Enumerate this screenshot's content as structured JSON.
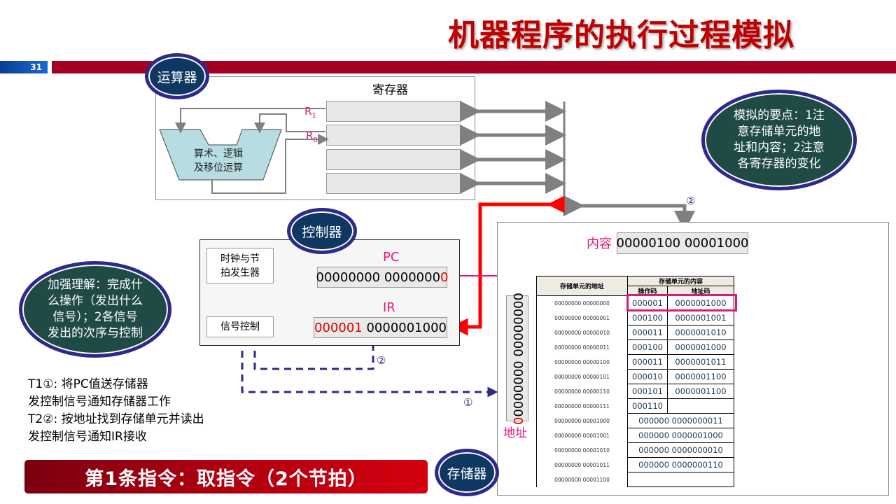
{
  "slide": {
    "title": "机器程序的执行过程模拟",
    "page_number": "31",
    "colors": {
      "title": "#c00000",
      "bar": "#a30024",
      "highlight": "#e0177a",
      "bus": "#808080",
      "signal": "#2e2a8a"
    }
  },
  "alu_section": {
    "badge": "运算器",
    "registers_title": "寄存器",
    "register_labels": {
      "r1": "R",
      "r1_sub": "1",
      "r0": "R",
      "r0_sub": "0"
    },
    "alu_label_line1": "算术、逻辑",
    "alu_label_line2": "及移位运算"
  },
  "note_right": {
    "text_lines": [
      "模拟的要点：1注",
      "意存储单元的地",
      "址和内容；2注意",
      "各寄存器的变化"
    ]
  },
  "control_section": {
    "badge": "控制器",
    "clock_line1": "时钟与节",
    "clock_line2": "拍发生器",
    "signal_control": "信号控制",
    "pc_label": "PC",
    "pc_value_main": "00000000 0000000",
    "pc_value_last": "0",
    "ir_label": "IR",
    "ir_value_opcode": "000001",
    "ir_value_addr": " 0000001000"
  },
  "note_left": {
    "text_lines": [
      "加强理解：完成什",
      "么操作（发出什么",
      "信号）；2各信号",
      "发出的次序与控制"
    ]
  },
  "markers": {
    "step1": "①",
    "step2": "②"
  },
  "steps_text": [
    "T1①: 将PC值送存储器",
    "发控制信号通知存储器工作",
    "T2②: 按地址找到存储单元并读出",
    "发控制信号通知IR接收"
  ],
  "banner": "第1条指令：取指令（2个节拍）",
  "memory_section": {
    "badge": "存储器",
    "content_label": "内容",
    "content_value": "00000100 00001000",
    "address_label": "地址",
    "address_register_main": "00000000 0000000",
    "address_register_last": "0",
    "table": {
      "header_address": "存储单元的地址",
      "header_content": "存储单元的内容",
      "header_opcode": "操作码",
      "header_operand": "地址码",
      "rows": [
        {
          "address": "00000000 00000000",
          "opcode": "000001",
          "operand": "0000001000",
          "highlighted": true
        },
        {
          "address": "00000000 00000001",
          "opcode": "000100",
          "operand": "0000001001"
        },
        {
          "address": "00000000 00000010",
          "opcode": "000011",
          "operand": "0000001010"
        },
        {
          "address": "00000000 00000011",
          "opcode": "000100",
          "operand": "0000001000"
        },
        {
          "address": "00000000 00000100",
          "opcode": "000011",
          "operand": "0000001011"
        },
        {
          "address": "00000000 00000101",
          "opcode": "000010",
          "operand": "0000001100"
        },
        {
          "address": "00000000 00000110",
          "opcode": "000101",
          "operand": "0000001100"
        },
        {
          "address": "00000000 00000111",
          "opcode": "000110",
          "operand": ""
        },
        {
          "address": "00000000 00001000",
          "full": "000000 0000000011"
        },
        {
          "address": "00000000 00001001",
          "full": "000000 0000001000"
        },
        {
          "address": "00000000 00001010",
          "full": "000000 0000000010"
        },
        {
          "address": "00000000 00001011",
          "full": "000000 0000000110"
        },
        {
          "address": "00000000 00001100",
          "full": ""
        }
      ]
    }
  }
}
